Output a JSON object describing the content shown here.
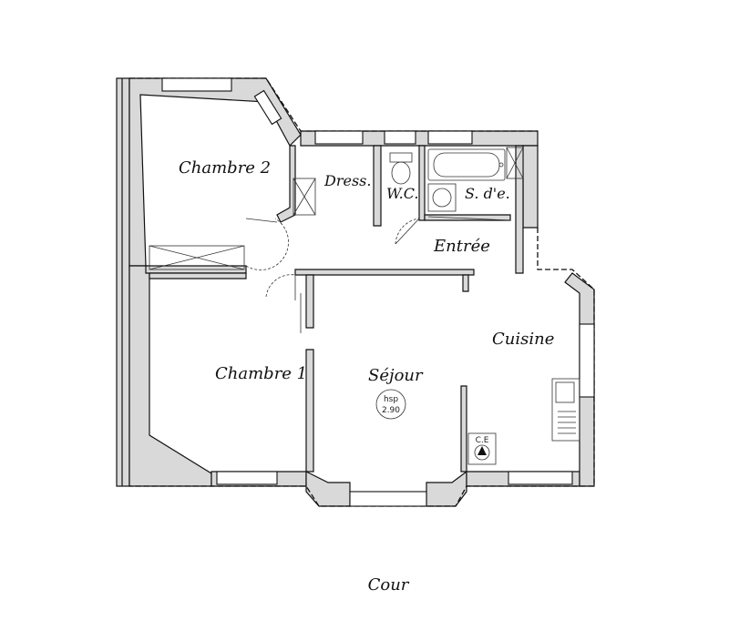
{
  "rooms": {
    "chambre2": "Chambre 2",
    "dress": "Dress.",
    "wc": "W.C.",
    "sde": "S. d'e.",
    "entree": "Entrée",
    "cuisine": "Cuisine",
    "chambre1": "Chambre 1",
    "sejour": "Séjour"
  },
  "ceiling_height": {
    "label": "hsp",
    "value": "2.90"
  },
  "boiler": {
    "label": "C.E"
  },
  "outside": {
    "courtyard": "Cour"
  }
}
